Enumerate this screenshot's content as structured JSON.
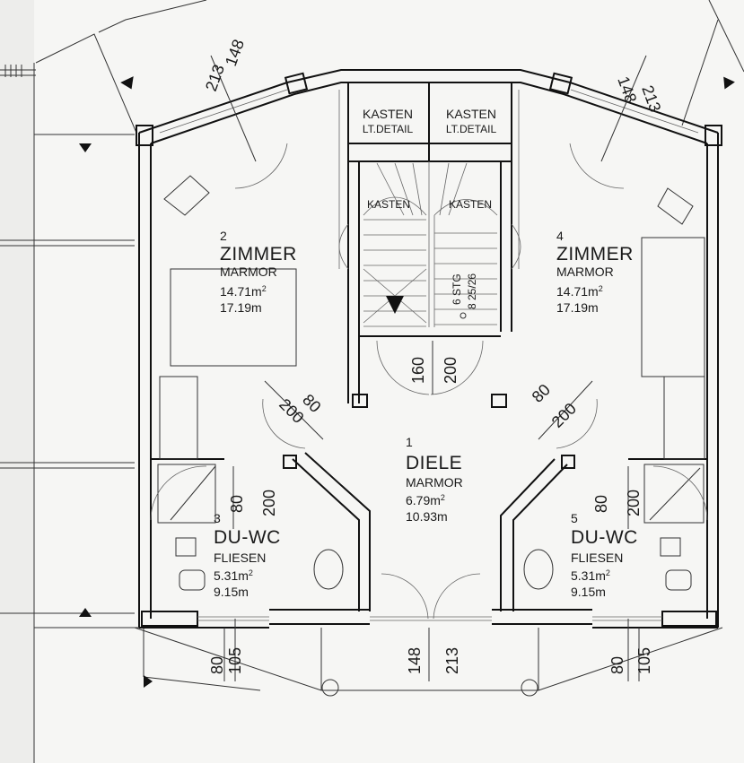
{
  "rooms": {
    "zimmer_left": {
      "number": "2",
      "name": "ZIMMER",
      "floor": "MARMOR",
      "area_prefix": "14.71m",
      "area_sup": "2",
      "perimeter": "17.19m"
    },
    "zimmer_right": {
      "number": "4",
      "name": "ZIMMER",
      "floor": "MARMOR",
      "area_prefix": "14.71m",
      "area_sup": "2",
      "perimeter": "17.19m"
    },
    "diele": {
      "number": "1",
      "name": "DIELE",
      "floor": "MARMOR",
      "area_prefix": "6.79m",
      "area_sup": "2",
      "perimeter": "10.93m"
    },
    "duwc_left": {
      "number": "3",
      "name": "DU-WC",
      "floor": "FLIESEN",
      "area_prefix": "5.31m",
      "area_sup": "2",
      "perimeter": "9.15m"
    },
    "duwc_right": {
      "number": "5",
      "name": "DU-WC",
      "floor": "FLIESEN",
      "area_prefix": "5.31m",
      "area_sup": "2",
      "perimeter": "9.15m"
    }
  },
  "closets": {
    "left": {
      "line1": "KASTEN",
      "line2": "LT.DETAIL"
    },
    "right": {
      "line1": "KASTEN",
      "line2": "LT.DETAIL"
    },
    "stair_left": "KASTEN",
    "stair_right": "KASTEN"
  },
  "stair": {
    "count": "6 STG",
    "ratio": "8 25/26"
  },
  "dimensions": {
    "tl_width": "148",
    "tl_height": "213",
    "tr_width": "148",
    "tr_height": "213",
    "hall_width": "160",
    "hall_height": "200",
    "diag_l_width": "80",
    "diag_l_height": "200",
    "diag_r_width": "80",
    "diag_r_height": "200",
    "wc_l_width": "80",
    "wc_l_height": "200",
    "wc_r_width": "80",
    "wc_r_height": "200",
    "bot_l_width": "80",
    "bot_l_height": "105",
    "bot_c_width": "148",
    "bot_c_height": "213",
    "bot_r_width": "80",
    "bot_r_height": "105"
  }
}
